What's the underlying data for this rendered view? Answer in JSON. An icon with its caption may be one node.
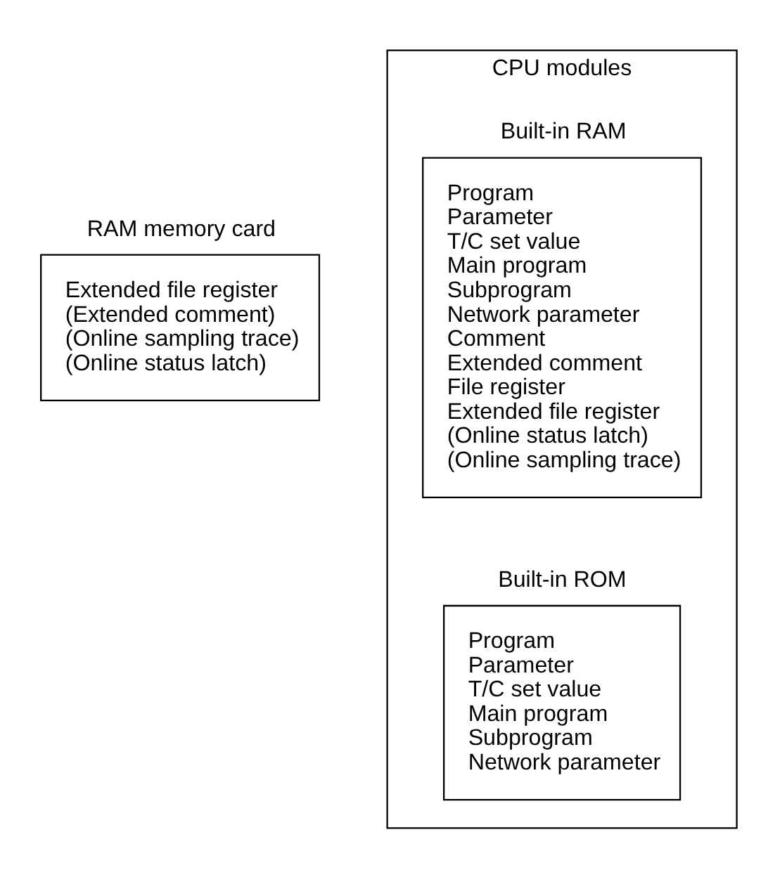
{
  "diagram": {
    "nodes": [
      {
        "text": [
          "RAM memory card",
          "Extended file register",
          "(Extended comment)",
          "(Online sampling trace)",
          "(Online status latch)"
        ]
      },
      {
        "text": [
          "CPU modules"
        ]
      },
      {
        "text": [
          "Built-in RAM",
          "Program",
          "Parameter",
          "T/C set value",
          "Main program",
          "Subprogram",
          "Network parameter",
          "Comment",
          "Extended comment",
          "File register",
          "Extended file register",
          "(Online status latch)",
          "(Online sampling trace)"
        ],
        "in": 1
      },
      {
        "text": [
          "Built-in ROM",
          "Program",
          "Parameter",
          "T/C set value",
          "Main program",
          "Subprogram",
          "Network parameter"
        ],
        "in": 1
      }
    ]
  }
}
